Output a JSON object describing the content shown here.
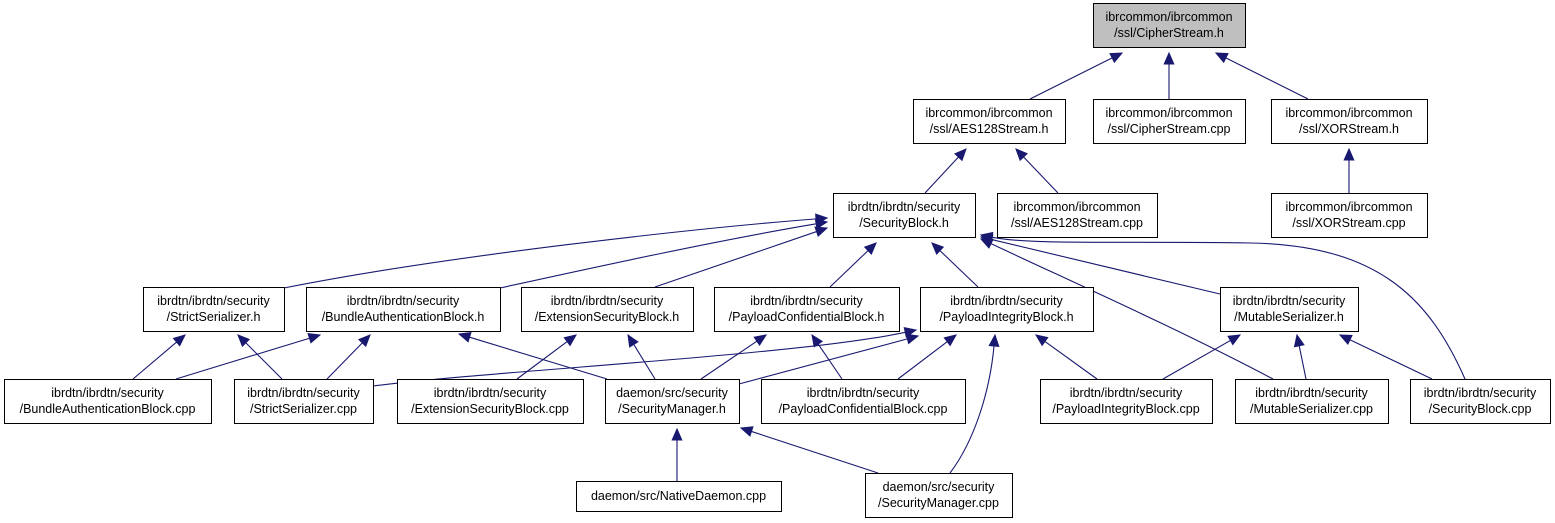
{
  "graph": {
    "title": "Include dependency graph for ibrcommon/ibrcommon/ssl/CipherStream.h",
    "colors": {
      "edge": "#191970",
      "root_fill": "#bfbfbf",
      "node_fill": "#ffffff",
      "border": "#000000"
    },
    "nodes": [
      {
        "id": "cipherstream_h",
        "lines": [
          "ibrcommon/ibrcommon",
          "/ssl/CipherStream.h"
        ],
        "root": true
      },
      {
        "id": "aes128stream_h",
        "lines": [
          "ibrcommon/ibrcommon",
          "/ssl/AES128Stream.h"
        ]
      },
      {
        "id": "cipherstream_cpp",
        "lines": [
          "ibrcommon/ibrcommon",
          "/ssl/CipherStream.cpp"
        ]
      },
      {
        "id": "xorstream_h",
        "lines": [
          "ibrcommon/ibrcommon",
          "/ssl/XORStream.h"
        ]
      },
      {
        "id": "securityblock_h",
        "lines": [
          "ibrdtn/ibrdtn/security",
          "/SecurityBlock.h"
        ]
      },
      {
        "id": "aes128stream_cpp",
        "lines": [
          "ibrcommon/ibrcommon",
          "/ssl/AES128Stream.cpp"
        ]
      },
      {
        "id": "xorstream_cpp",
        "lines": [
          "ibrcommon/ibrcommon",
          "/ssl/XORStream.cpp"
        ]
      },
      {
        "id": "strictserializer_h",
        "lines": [
          "ibrdtn/ibrdtn/security",
          "/StrictSerializer.h"
        ]
      },
      {
        "id": "bundleauth_h",
        "lines": [
          "ibrdtn/ibrdtn/security",
          "/BundleAuthenticationBlock.h"
        ]
      },
      {
        "id": "extsec_h",
        "lines": [
          "ibrdtn/ibrdtn/security",
          "/ExtensionSecurityBlock.h"
        ]
      },
      {
        "id": "payloadconf_h",
        "lines": [
          "ibrdtn/ibrdtn/security",
          "/PayloadConfidentialBlock.h"
        ]
      },
      {
        "id": "payloadint_h",
        "lines": [
          "ibrdtn/ibrdtn/security",
          "/PayloadIntegrityBlock.h"
        ]
      },
      {
        "id": "mutableser_h",
        "lines": [
          "ibrdtn/ibrdtn/security",
          "/MutableSerializer.h"
        ]
      },
      {
        "id": "bundleauth_cpp",
        "lines": [
          "ibrdtn/ibrdtn/security",
          "/BundleAuthenticationBlock.cpp"
        ]
      },
      {
        "id": "strictserializer_cpp",
        "lines": [
          "ibrdtn/ibrdtn/security",
          "/StrictSerializer.cpp"
        ]
      },
      {
        "id": "extsec_cpp",
        "lines": [
          "ibrdtn/ibrdtn/security",
          "/ExtensionSecurityBlock.cpp"
        ]
      },
      {
        "id": "secmanager_h",
        "lines": [
          "daemon/src/security",
          "/SecurityManager.h"
        ]
      },
      {
        "id": "payloadconf_cpp",
        "lines": [
          "ibrdtn/ibrdtn/security",
          "/PayloadConfidentialBlock.cpp"
        ]
      },
      {
        "id": "payloadint_cpp",
        "lines": [
          "ibrdtn/ibrdtn/security",
          "/PayloadIntegrityBlock.cpp"
        ]
      },
      {
        "id": "mutableser_cpp",
        "lines": [
          "ibrdtn/ibrdtn/security",
          "/MutableSerializer.cpp"
        ]
      },
      {
        "id": "securityblock_cpp",
        "lines": [
          "ibrdtn/ibrdtn/security",
          "/SecurityBlock.cpp"
        ]
      },
      {
        "id": "nativedaemon_cpp",
        "lines": [
          "daemon/src/NativeDaemon.cpp"
        ]
      },
      {
        "id": "secmanager_cpp",
        "lines": [
          "daemon/src/security",
          "/SecurityManager.cpp"
        ]
      }
    ],
    "edges": [
      {
        "from": "aes128stream_h",
        "to": "cipherstream_h"
      },
      {
        "from": "cipherstream_cpp",
        "to": "cipherstream_h"
      },
      {
        "from": "xorstream_h",
        "to": "cipherstream_h"
      },
      {
        "from": "securityblock_h",
        "to": "aes128stream_h"
      },
      {
        "from": "aes128stream_cpp",
        "to": "aes128stream_h"
      },
      {
        "from": "xorstream_cpp",
        "to": "xorstream_h"
      },
      {
        "from": "strictserializer_h",
        "to": "securityblock_h"
      },
      {
        "from": "bundleauth_h",
        "to": "securityblock_h"
      },
      {
        "from": "extsec_h",
        "to": "securityblock_h"
      },
      {
        "from": "payloadconf_h",
        "to": "securityblock_h"
      },
      {
        "from": "payloadint_h",
        "to": "securityblock_h"
      },
      {
        "from": "mutableser_h",
        "to": "securityblock_h"
      },
      {
        "from": "mutableser_cpp",
        "to": "securityblock_h"
      },
      {
        "from": "securityblock_cpp",
        "to": "securityblock_h"
      },
      {
        "from": "bundleauth_cpp",
        "to": "strictserializer_h"
      },
      {
        "from": "strictserializer_cpp",
        "to": "strictserializer_h"
      },
      {
        "from": "bundleauth_cpp",
        "to": "bundleauth_h"
      },
      {
        "from": "strictserializer_cpp",
        "to": "bundleauth_h"
      },
      {
        "from": "secmanager_h",
        "to": "bundleauth_h"
      },
      {
        "from": "extsec_cpp",
        "to": "extsec_h"
      },
      {
        "from": "secmanager_h",
        "to": "extsec_h"
      },
      {
        "from": "secmanager_h",
        "to": "payloadconf_h"
      },
      {
        "from": "payloadconf_cpp",
        "to": "payloadconf_h"
      },
      {
        "from": "strictserializer_cpp",
        "to": "payloadint_h"
      },
      {
        "from": "secmanager_h",
        "to": "payloadint_h"
      },
      {
        "from": "payloadconf_cpp",
        "to": "payloadint_h"
      },
      {
        "from": "secmanager_cpp",
        "to": "payloadint_h"
      },
      {
        "from": "payloadint_cpp",
        "to": "payloadint_h"
      },
      {
        "from": "payloadint_cpp",
        "to": "mutableser_h"
      },
      {
        "from": "mutableser_cpp",
        "to": "mutableser_h"
      },
      {
        "from": "securityblock_cpp",
        "to": "mutableser_h"
      },
      {
        "from": "nativedaemon_cpp",
        "to": "secmanager_h"
      },
      {
        "from": "secmanager_cpp",
        "to": "secmanager_h"
      }
    ]
  }
}
